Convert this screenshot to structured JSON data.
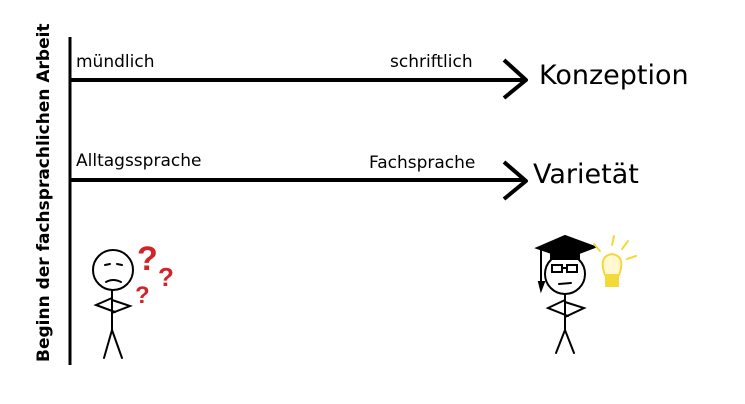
{
  "vertical_axis_label": "Beginn der fachsprachlichen Arbeit",
  "rows": [
    {
      "left_label": "mündlich",
      "right_label": "schriftlich",
      "end_label": "Konzeption"
    },
    {
      "left_label": "Alltagssprache",
      "right_label": "Fachsprache",
      "end_label": "Varietät"
    }
  ],
  "icons": {
    "question_marks": "question-mark-icon",
    "lightbulb": "lightbulb-icon",
    "mortarboard": "graduation-cap-icon"
  },
  "colors": {
    "lines": "#000000",
    "question_marks": "#d3232a",
    "lightbulb": "#f4d93a"
  },
  "question_marks_text": [
    "?",
    "?",
    "?"
  ]
}
